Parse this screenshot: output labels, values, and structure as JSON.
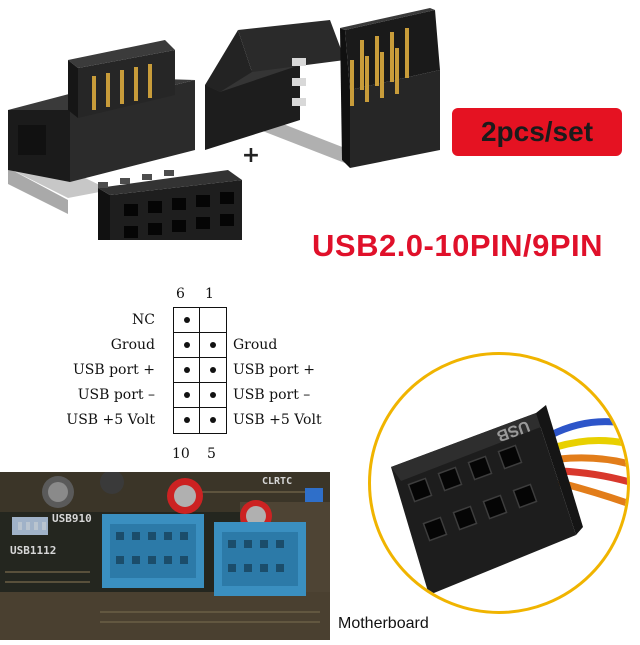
{
  "badge": {
    "text": "2pcs/set",
    "color": "#e51222"
  },
  "plus": {
    "symbol": "+"
  },
  "model": {
    "text": "USB2.0-10PIN/9PIN",
    "color": "#e0102a"
  },
  "pinout": {
    "top_numbers": [
      "6",
      "1"
    ],
    "bottom_numbers": [
      "10",
      "5"
    ],
    "left_labels": [
      "NC",
      "Groud",
      "USB port +",
      "USB port –",
      "USB +5 Volt"
    ],
    "right_labels": [
      "",
      "Groud",
      "USB port +",
      "USB port –",
      "USB +5 Volt"
    ]
  },
  "motherboard": {
    "caption": "Motherboard",
    "silk_labels": {
      "usb910": "USB910",
      "usb1112": "USB1112",
      "clrtc": "CLRTC"
    }
  },
  "connector_inset": {
    "housing_text": "USB",
    "ring_color": "#f0b400"
  }
}
